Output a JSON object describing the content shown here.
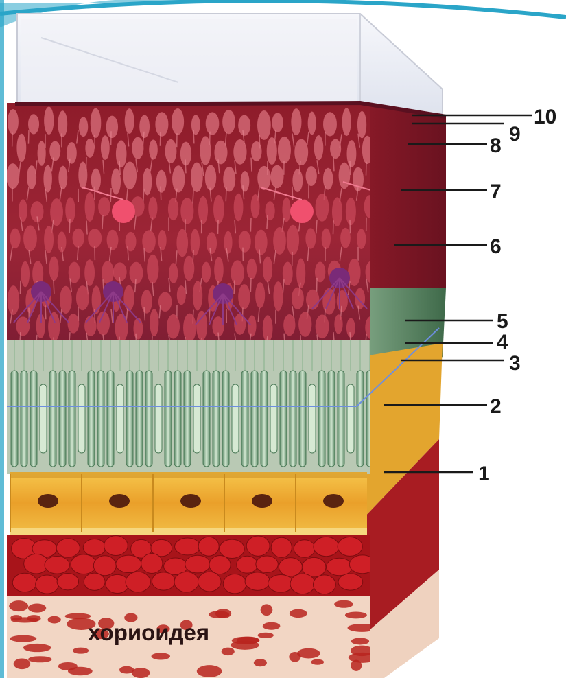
{
  "diagram": {
    "layer_labels": [
      "1",
      "2",
      "3",
      "4",
      "5",
      "6",
      "7",
      "8",
      "9",
      "10"
    ],
    "choroid_label": "хориоидея"
  },
  "colors": {
    "slide_border": "#2aa5c8",
    "vitreous": "#e6e9f1",
    "neural_dark": "#7a1622",
    "neural_mid": "#a3283a",
    "cell_pink": "#d6606e",
    "bipolar": "#ee4a6a",
    "amacrine": "#7e2a7a",
    "photoreceptor_bg": "#c2d1bd",
    "rod_green": "#6f9c7b",
    "rod_light": "#c9e0c7",
    "rpe": "#e9ab34",
    "rpe_nucleus": "#5a2410",
    "choriocapillaris": "#b5161c",
    "choroid_bg": "#f3d8c6"
  }
}
